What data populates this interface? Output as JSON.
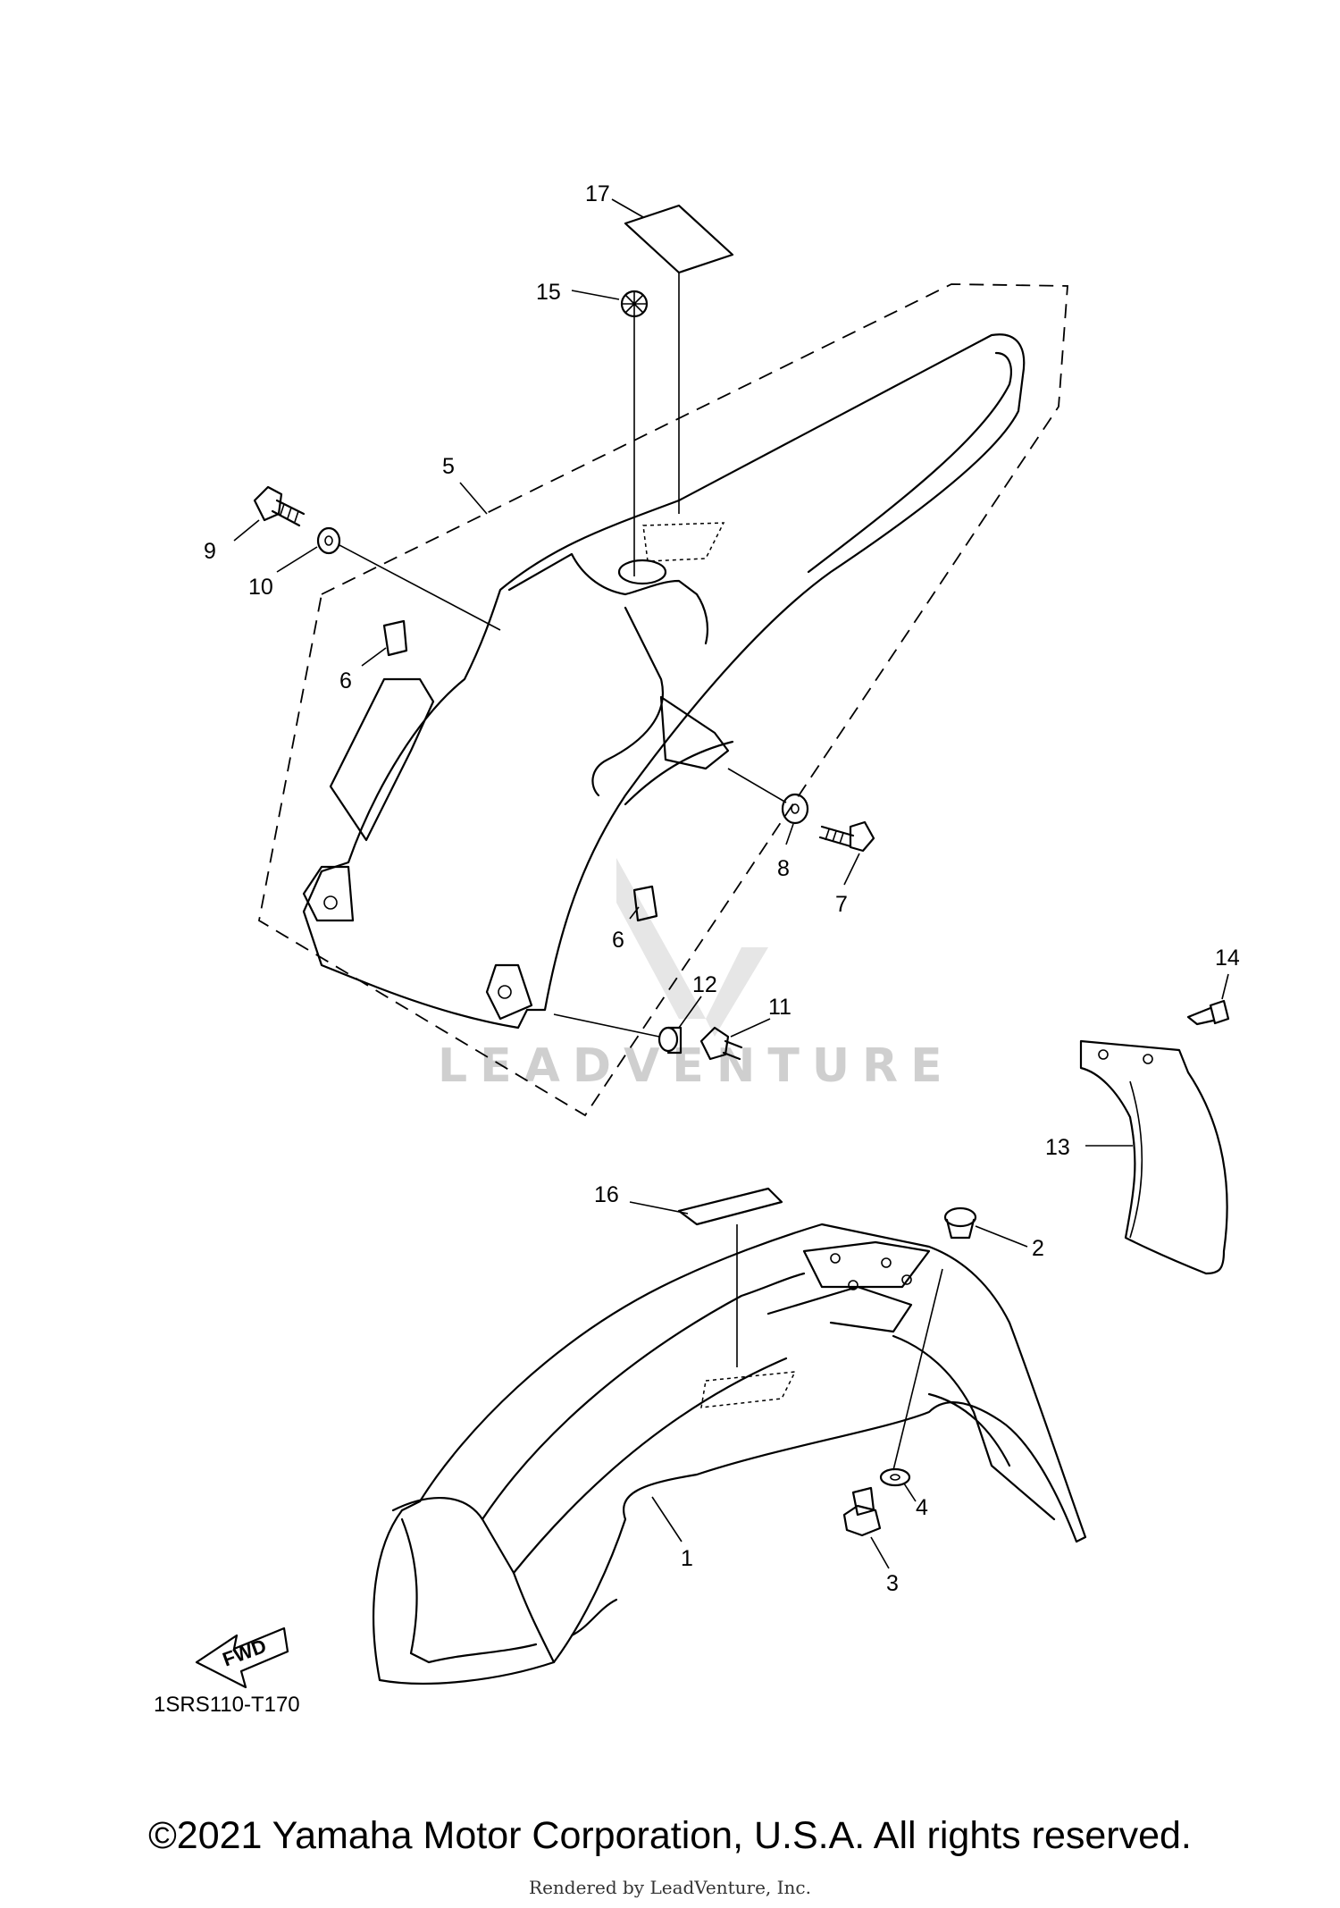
{
  "diagram_code": "1SRS110-T170",
  "fwd_label": "FWD",
  "watermark": "LEADVENTURE",
  "copyright": "©2021 Yamaha Motor Corporation, U.S.A. All rights reserved.",
  "rendered_by": "Rendered by LeadVenture, Inc.",
  "callouts": {
    "c1": "1",
    "c2": "2",
    "c3": "3",
    "c4": "4",
    "c5": "5",
    "c6a": "6",
    "c6b": "6",
    "c7": "7",
    "c8": "8",
    "c9": "9",
    "c10": "10",
    "c11": "11",
    "c12": "12",
    "c13": "13",
    "c14": "14",
    "c15": "15",
    "c16": "16",
    "c17": "17"
  }
}
